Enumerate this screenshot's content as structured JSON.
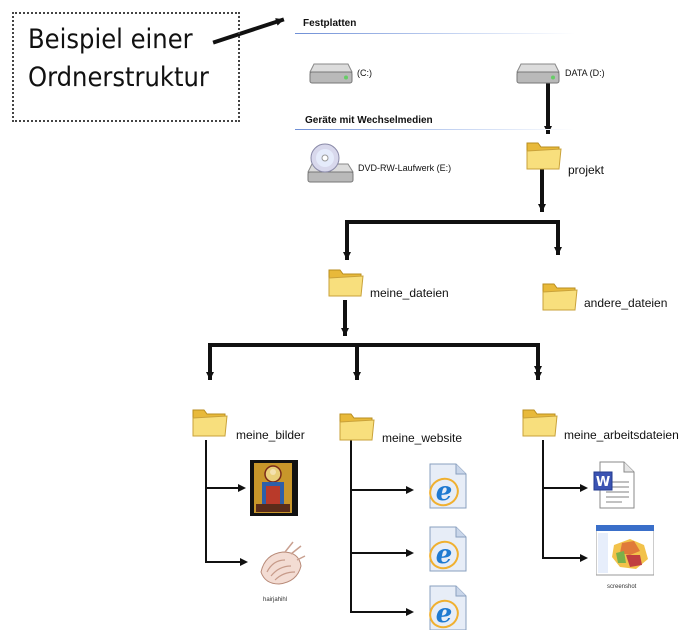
{
  "callout": {
    "line1": "Beispiel einer",
    "line2": "Ordnerstruktur"
  },
  "sections": {
    "festplatten": "Festplatten",
    "wechselmedien": "Geräte mit Wechselmedien"
  },
  "drives": {
    "c": "(C:)",
    "d": "DATA (D:)",
    "dvd": "DVD-RW-Laufwerk (E:)"
  },
  "folders": {
    "projekt": "projekt",
    "meine_dateien": "meine_dateien",
    "andere_dateien": "andere_dateien",
    "meine_bilder": "meine_bilder",
    "meine_website": "meine_website",
    "meine_arbeitsdateien": "meine_arbeitsdateien"
  },
  "captions": {
    "shell": "hairjahihl",
    "screenshot": "screenshot"
  },
  "icons": [
    "hard-drive-icon",
    "dvd-drive-icon",
    "folder-icon",
    "internet-explorer-file-icon",
    "word-document-icon",
    "image-thumbnail"
  ],
  "colors": {
    "arrow": "#111111",
    "folder": "#f4d46a",
    "ie_blue": "#1f7ad1",
    "word_blue": "#3b53b3",
    "section_line": "#6f8fd6"
  }
}
